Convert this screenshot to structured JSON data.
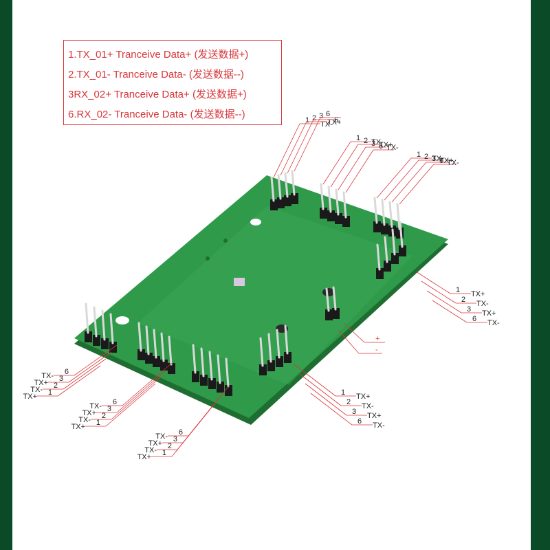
{
  "legend": {
    "lines": [
      "1.TX_01+ Tranceive Data+ (发送数据+)",
      "2.TX_01- Tranceive Data- (发送数据--)",
      "3RX_02+ Tranceive Data+ (发送数据+)",
      "6.RX_02- Tranceive Data- (发送数据--)"
    ]
  },
  "callouts": {
    "top_left": {
      "nums": [
        "1",
        "2",
        "3",
        "6"
      ],
      "sigs": [
        "TX-",
        "TX+",
        "6"
      ]
    },
    "top_mid": {
      "nums": [
        "1",
        "2",
        "3",
        "6"
      ],
      "sigs": [
        "TX-",
        "TX+",
        "TX-"
      ]
    },
    "top_right": {
      "nums": [
        "1",
        "2",
        "3",
        "6"
      ],
      "sigs": [
        "TX-",
        "TX+",
        "TX-"
      ]
    },
    "right": {
      "nums": [
        "1",
        "2",
        "3",
        "6"
      ],
      "sigs": [
        "TX+",
        "TX-",
        "TX+",
        "TX-"
      ]
    },
    "power": {
      "plus": "+",
      "minus": "-"
    },
    "bottom_right": {
      "nums": [
        "1",
        "2",
        "3",
        "6"
      ],
      "sigs": [
        "TX+",
        "TX-",
        "TX+",
        "TX-"
      ]
    },
    "bottom_a": {
      "nums": [
        "6",
        "3",
        "2",
        "1"
      ],
      "sigs": [
        "TX-",
        "TX+",
        "TX-",
        "TX+"
      ]
    },
    "bottom_b": {
      "nums": [
        "6",
        "3",
        "2",
        "1"
      ],
      "sigs": [
        "TX-",
        "TX+",
        "TX-",
        "TX+"
      ]
    },
    "bottom_c": {
      "nums": [
        "6",
        "3",
        "2",
        "1"
      ],
      "sigs": [
        "TX-",
        "TX+",
        "TX-",
        "TX+"
      ]
    }
  },
  "colors": {
    "pcb": "#2f9a4a",
    "pcb_edge": "#1e6e32",
    "header": "#1a1a1a",
    "pin": "#d9d9d9",
    "legend_red": "#d8363a",
    "frame": "#0b4a27"
  }
}
